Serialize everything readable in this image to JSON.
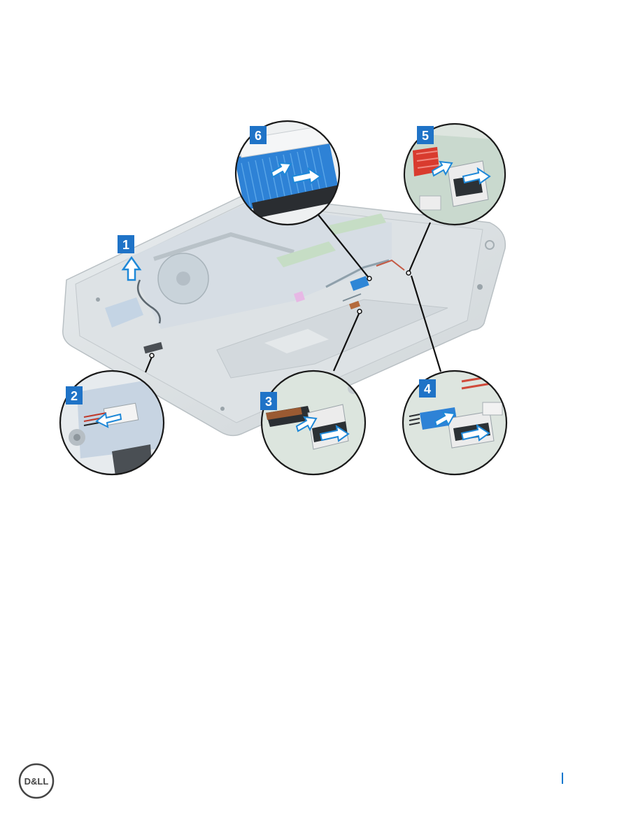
{
  "figure": {
    "steps": [
      "1",
      "2",
      "3",
      "4",
      "5",
      "6"
    ]
  },
  "footer": {
    "logo_text": "D&LL"
  },
  "colors": {
    "badge": "#1f73c7",
    "arrow": "#1e88d8",
    "accent": "#0076ce"
  }
}
